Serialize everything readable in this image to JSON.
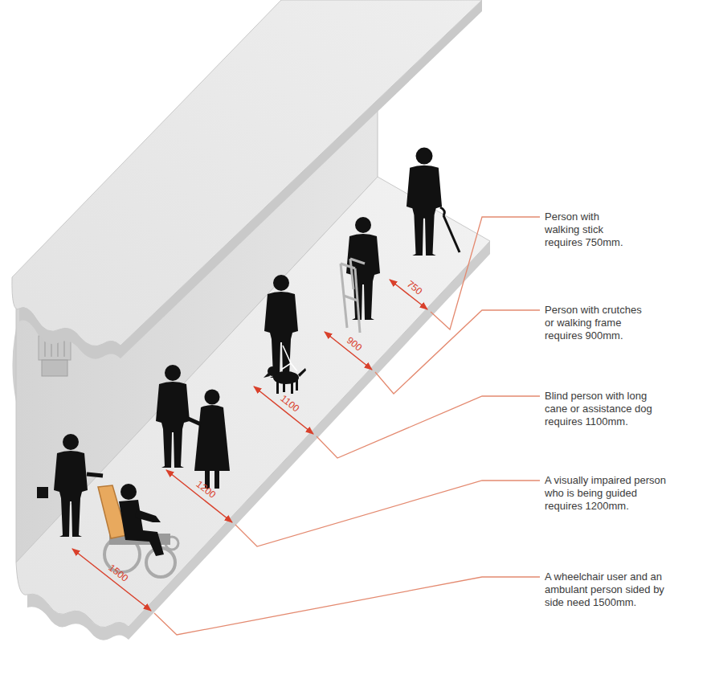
{
  "diagram": {
    "labels": [
      "750",
      "900",
      "1100",
      "1200",
      "1500",
      "Person with walking stick requires 750mm.",
      "Person with crutches or walking frame requires 900mm.",
      "Blind person with long cane or assistance dog requires 1100mm.",
      "A visually impaired person who is being guided requires 1200mm.",
      "A wheelchair user and an ambulant person sided by side need 1500mm."
    ]
  }
}
